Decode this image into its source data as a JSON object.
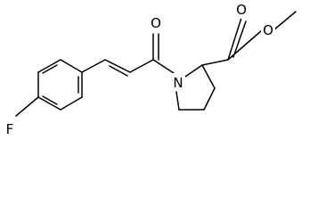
{
  "atoms": {
    "fluorine": "F",
    "carbonyl_oxygen": "O",
    "ester_carbonyl_oxygen": "O",
    "ester_oxygen": "O",
    "ring_nitrogen": "N"
  },
  "colors": {
    "bond": "#000000",
    "label": "#000000",
    "background": "#ffffff"
  }
}
